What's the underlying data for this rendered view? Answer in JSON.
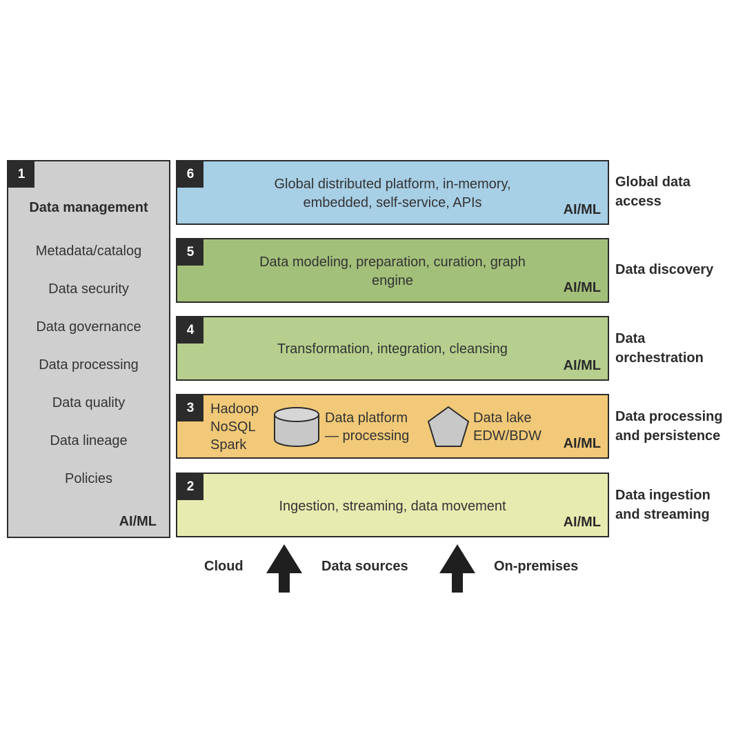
{
  "left_panel": {
    "number": "1",
    "title": "Data management",
    "items": [
      "Metadata/catalog",
      "Data security",
      "Data governance",
      "Data processing",
      "Data quality",
      "Data lineage",
      "Policies"
    ],
    "badge": "AI/ML"
  },
  "layers": {
    "l6": {
      "number": "6",
      "line1": "Global distributed platform, in-memory,",
      "line2": "embedded, self-service, APIs",
      "badge": "AI/ML",
      "side_line1": "Global data",
      "side_line2": "access"
    },
    "l5": {
      "number": "5",
      "line1": "Data modeling, preparation, curation, graph",
      "line2": "engine",
      "badge": "AI/ML",
      "side_line1": "Data discovery"
    },
    "l4": {
      "number": "4",
      "line1": "Transformation, integration, cleansing",
      "badge": "AI/ML",
      "side_line1": "Data",
      "side_line2": "orchestration"
    },
    "l3": {
      "number": "3",
      "tech1": "Hadoop",
      "tech2": "NoSQL",
      "tech3": "Spark",
      "platform1": "Data platform",
      "platform2": "— processing",
      "lake1": "Data lake",
      "lake2": "EDW/BDW",
      "badge": "AI/ML",
      "side_line1": "Data processing",
      "side_line2": "and persistence"
    },
    "l2": {
      "number": "2",
      "line1": "Ingestion, streaming, data movement",
      "badge": "AI/ML",
      "side_line1": "Data ingestion",
      "side_line2": "and streaming"
    }
  },
  "bottom": {
    "cloud": "Cloud",
    "sources": "Data sources",
    "onprem": "On-premises"
  },
  "colors": {
    "layer6": "#a7cfe6",
    "layer5": "#a3c07a",
    "layer4": "#b6cf8e",
    "layer3": "#f1c978",
    "layer2": "#e8ebb0",
    "left_panel": "#cfcfcf",
    "dark": "#2b2b2b"
  }
}
